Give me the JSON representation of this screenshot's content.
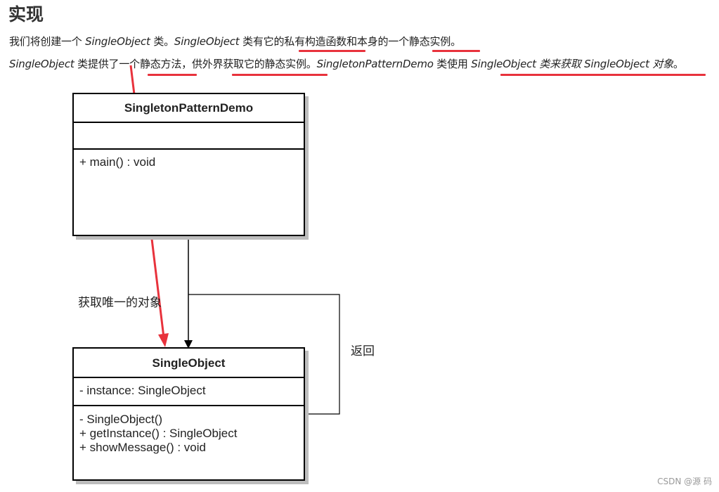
{
  "heading": "实现",
  "para1": {
    "t1": "我们将创建一个 ",
    "t2": "SingleObject",
    "t3": " 类。",
    "t4": "SingleObject",
    "t5": " 类有它的",
    "t6": "私有构造函数",
    "t7": "和本身的一个",
    "t8": "静态实例",
    "t9": "。"
  },
  "para2": {
    "t1": "SingleObject",
    "t2": " 类提供了一个",
    "t3": "静态方法",
    "t4": "，供外界",
    "t5": "获取它的静态实例",
    "t6": "。",
    "t7": "SingletonPatternDemo",
    "t8": " 类使用 ",
    "t9": "SingleObject 类来获取 SingleObject 对象",
    "t10": "。"
  },
  "diagram": {
    "demo": {
      "name": "SingletonPatternDemo",
      "attributes": "",
      "operations": [
        "+ main() : void"
      ]
    },
    "single": {
      "name": "SingleObject",
      "attributes": "- instance: SingleObject",
      "operations": [
        "- SingleObject()",
        "+ getInstance() : SingleObject",
        "+ showMessage() : void"
      ]
    },
    "edge_label_get": "获取唯一的对象",
    "edge_label_return": "返回"
  },
  "annotation_color": "#e8323c",
  "watermark": "CSDN @源  码"
}
